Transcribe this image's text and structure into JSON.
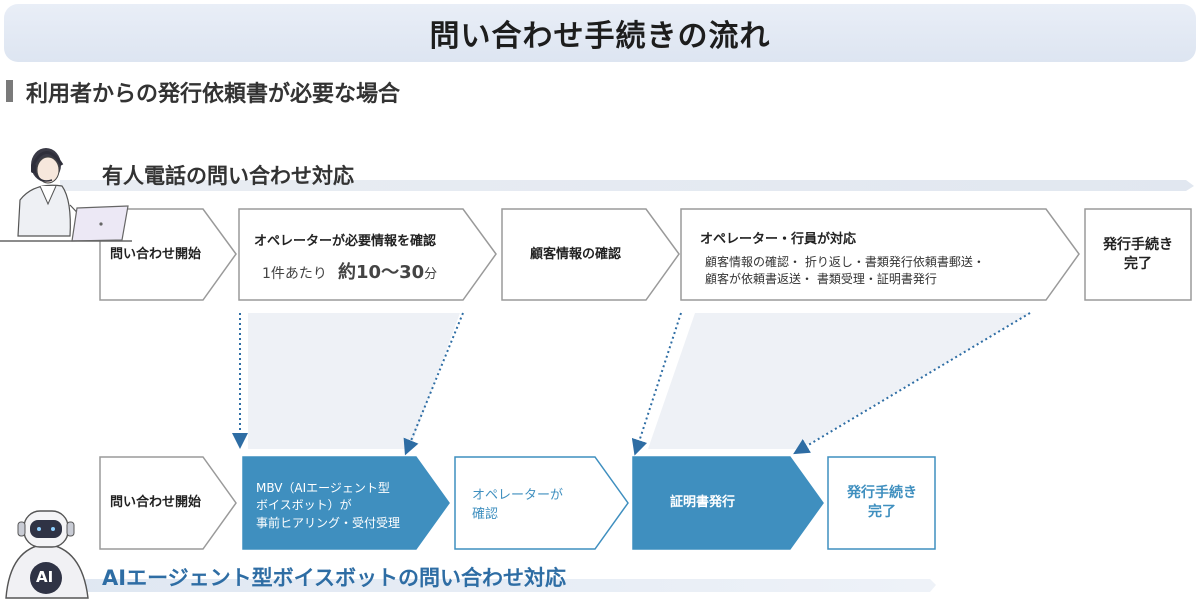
{
  "title": "問い合わせ手続きの流れ",
  "section_heading": "利用者からの発行依頼書が必要な場合",
  "lane1": {
    "title": "有人電話の問い合わせ対応",
    "steps": {
      "s1": "問い合わせ開始",
      "s2_line1": "オペレーターが必要情報を確認",
      "s2_line2_prefix": "1件あたり",
      "s2_line2_value": "約10〜30",
      "s2_line2_unit": "分",
      "s3": "顧客情報の確認",
      "s4_head": "オペレーター・行員が対応",
      "s4_line1": "顧客情報の確認・ 折り返し・書類発行依頼書郵送・",
      "s4_line2": "顧客が依頼書返送・ 書類受理・証明書発行",
      "s5_line1": "発行手続き",
      "s5_line2": "完了"
    }
  },
  "lane2": {
    "title": "AIエージェント型ボイスボットの問い合わせ対応",
    "ai_badge": "AI",
    "steps": {
      "s1": "問い合わせ開始",
      "s2_line1": "MBV（AIエージェント型",
      "s2_line2": "ボイスボット）が",
      "s2_line3": "事前ヒアリング・受付受理",
      "s3_line1": "オペレーターが",
      "s3_line2": "確認",
      "s4": "証明書発行",
      "s5_line1": "発行手続き",
      "s5_line2": "完了"
    }
  },
  "colors": {
    "accent_blue": "#3f8fbf",
    "outline_gray": "#9a9a9a",
    "light_blue_band": "#e8edf5",
    "lane2_text": "#2e6da4"
  }
}
